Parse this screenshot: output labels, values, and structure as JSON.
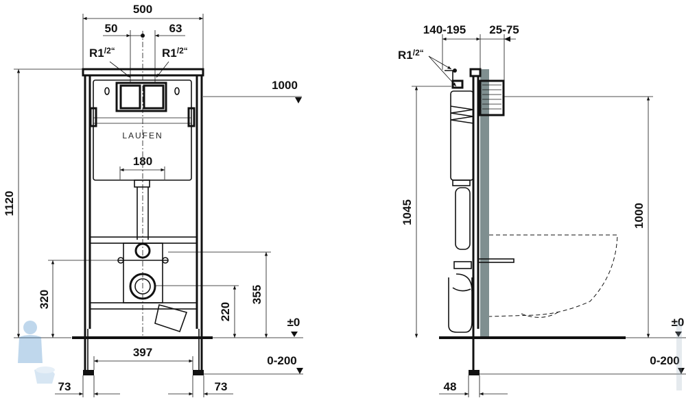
{
  "brand": "LAUFEN",
  "front_view": {
    "width_total": "500",
    "inlet_left": "50",
    "inlet_right": "63",
    "thread_left_prefix": "R1",
    "thread_left_frac": "/2“",
    "thread_right_prefix": "R1",
    "thread_right_frac": "/2“",
    "height_total": "1120",
    "cistern_top": "1000",
    "outlet_spacing": "180",
    "fixing_height": "320",
    "upper_connection": "355",
    "lower_connection": "220",
    "floor_level": "±0",
    "foot_spacing": "397",
    "foot_adjust": "0-200",
    "foot_left": "73",
    "foot_right": "73"
  },
  "side_view": {
    "depth_frame": "140-195",
    "wall_gap": "25-75",
    "thread_prefix": "R1",
    "thread_frac": "/2“",
    "flush_plate_height": "1045",
    "bowl_height": "1000",
    "floor_level": "±0",
    "foot_adjust": "0-200",
    "foot_depth": "48"
  }
}
